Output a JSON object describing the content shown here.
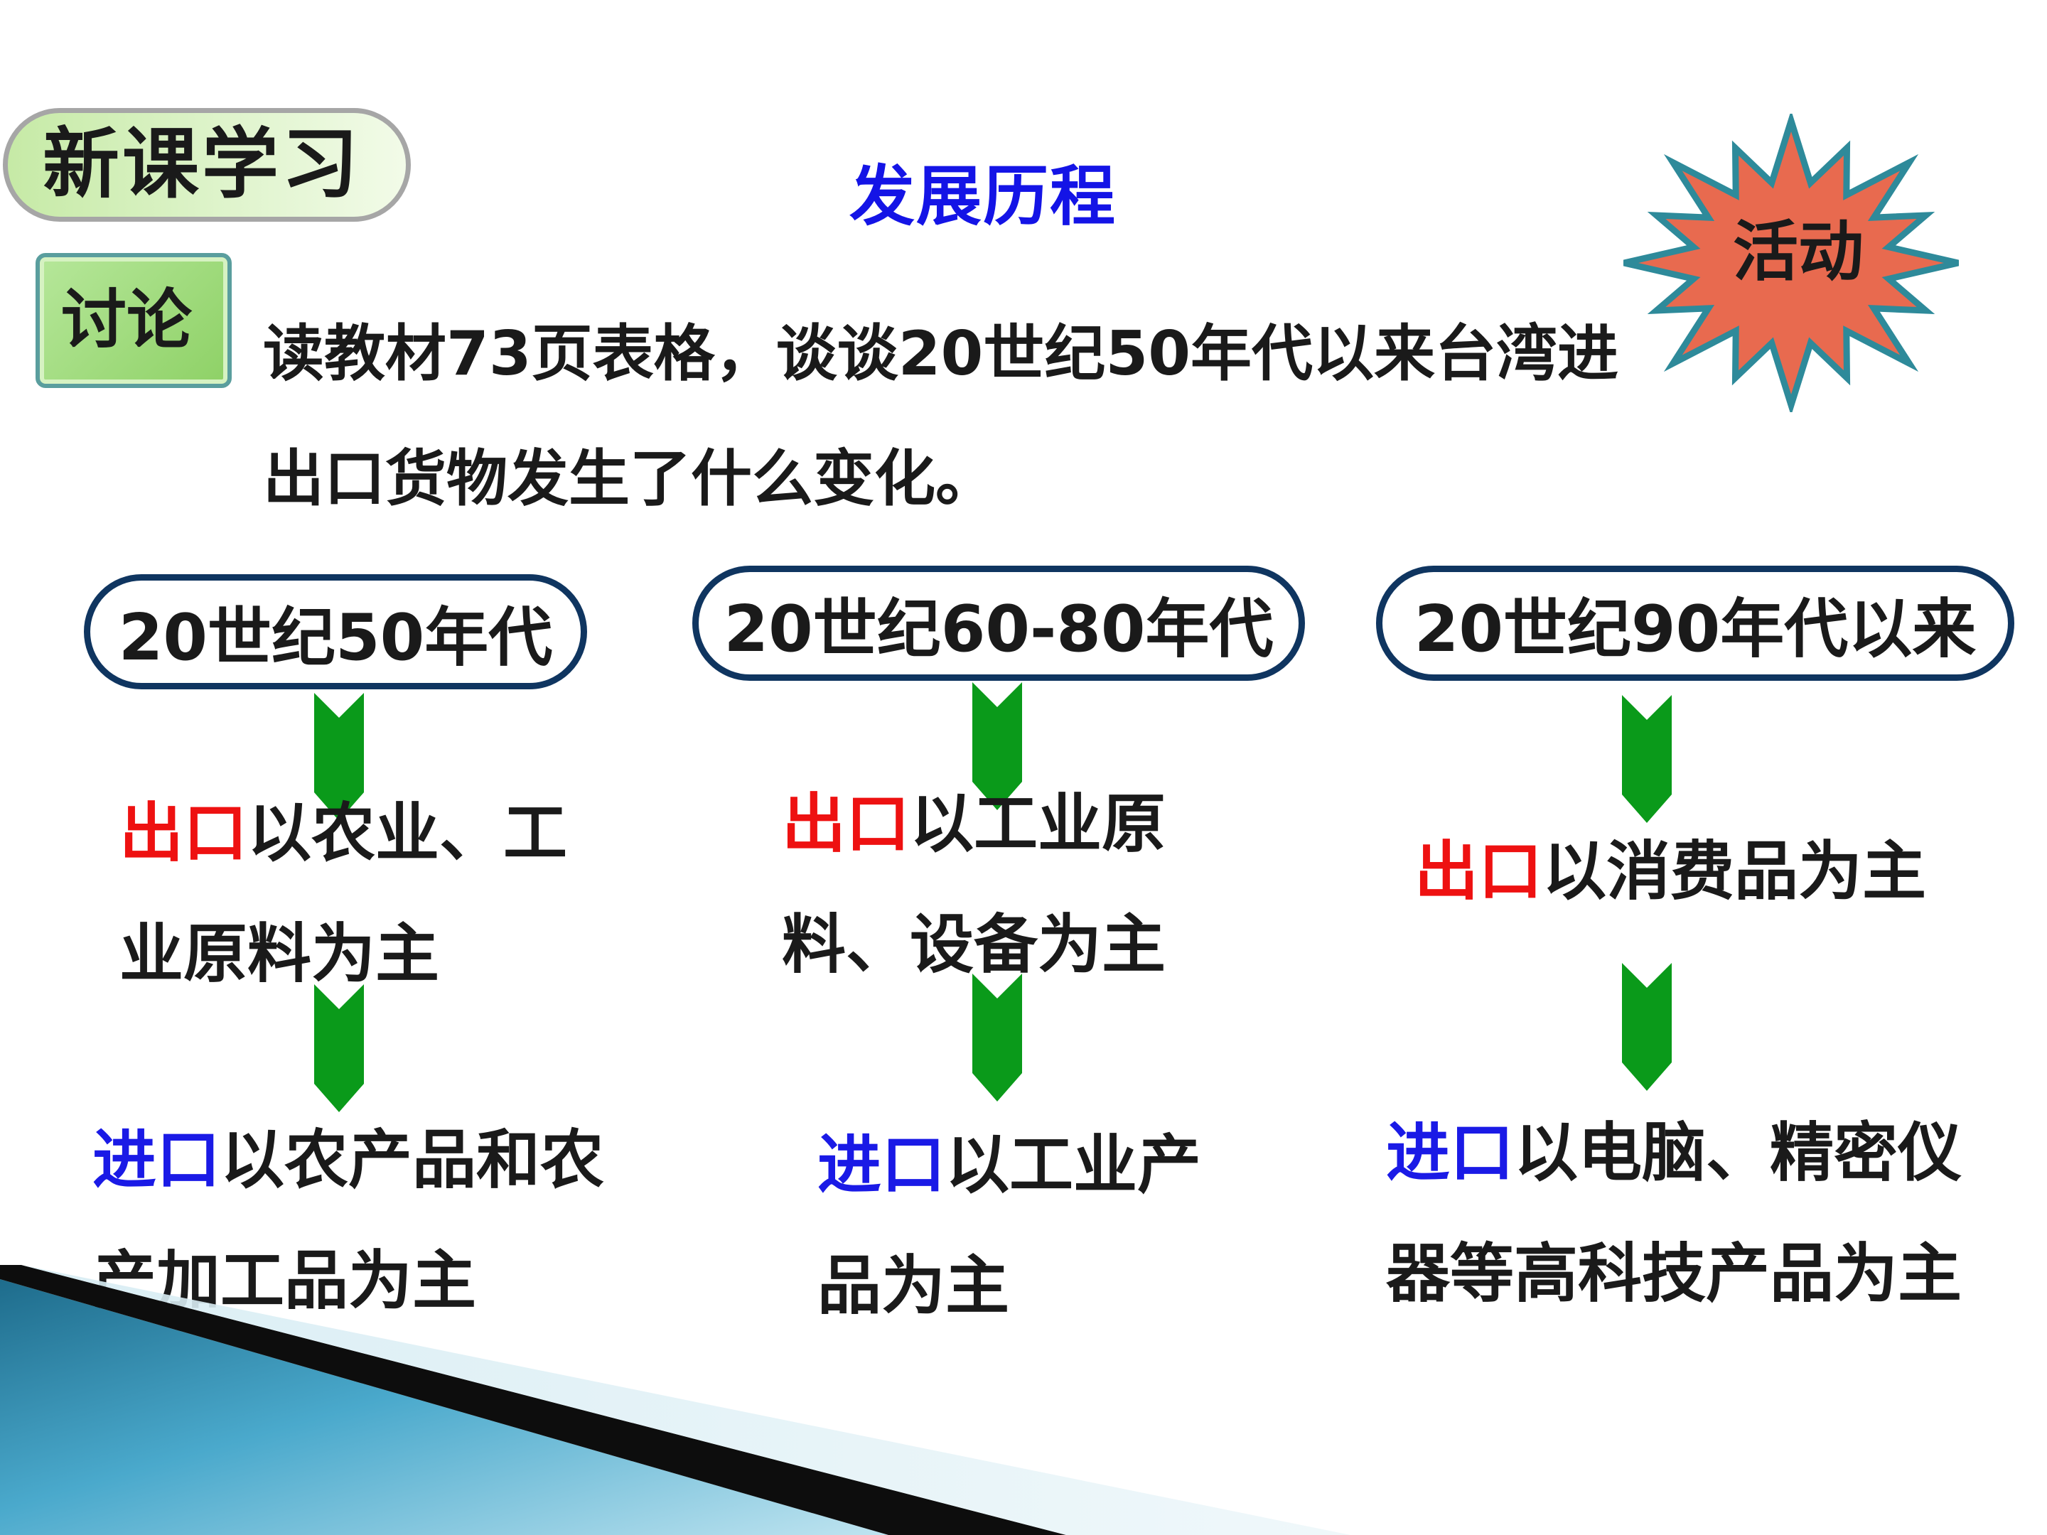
{
  "header": {
    "section_label": "新课学习",
    "title": "发展历程"
  },
  "discussion": {
    "badge_label": "讨论",
    "question": "读教材73页表格，谈谈20世纪50年代以来台湾进出口货物发生了什么变化。"
  },
  "activity": {
    "label": "活动",
    "burst_fill": "#e86a4f",
    "burst_stroke": "#2e8a9a"
  },
  "colors": {
    "export_keyword": "#ee1111",
    "import_keyword": "#1a1ae6",
    "arrow": "#0a9a1a",
    "capsule_border": "#0f3560",
    "title_blue": "#1414e6"
  },
  "eras": [
    {
      "label": "20世纪50年代",
      "export_keyword": "出口",
      "export_text": "以农业、工业原料为主",
      "import_keyword": "进口",
      "import_text": "以农产品和农产加工品为主"
    },
    {
      "label": "20世纪60-80年代",
      "export_keyword": "出口",
      "export_text": "以工业原料、设备为主",
      "import_keyword": "进口",
      "import_text": "以工业产品为主"
    },
    {
      "label": "20世纪90年代以来",
      "export_keyword": "出口",
      "export_text": "以消费品为主",
      "import_keyword": "进口",
      "import_text": "以电脑、精密仪器等高科技产品为主"
    }
  ]
}
